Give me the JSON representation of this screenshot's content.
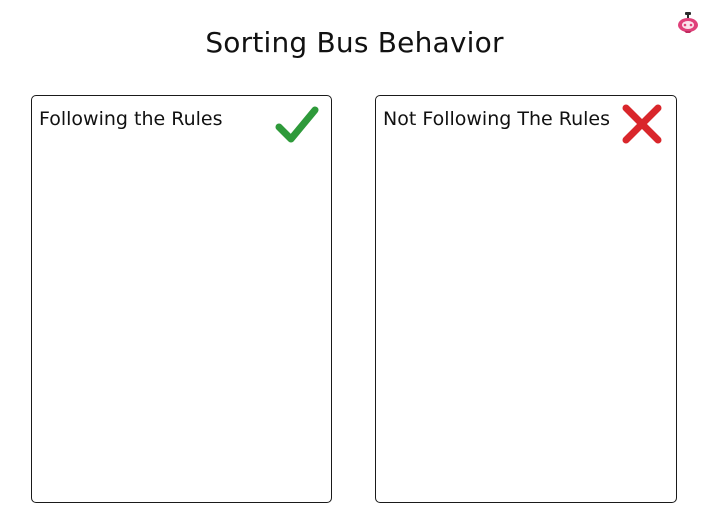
{
  "page": {
    "title": "Sorting Bus Behavior"
  },
  "panels": [
    {
      "label": "Following the Rules",
      "icon": "checkmark-icon",
      "icon_color": "#2e9a3a"
    },
    {
      "label": "Not Following The Rules",
      "icon": "cross-icon",
      "icon_color": "#d9262b"
    }
  ],
  "logo": {
    "icon": "twinkl-logo-icon",
    "color": "#e0407a"
  }
}
